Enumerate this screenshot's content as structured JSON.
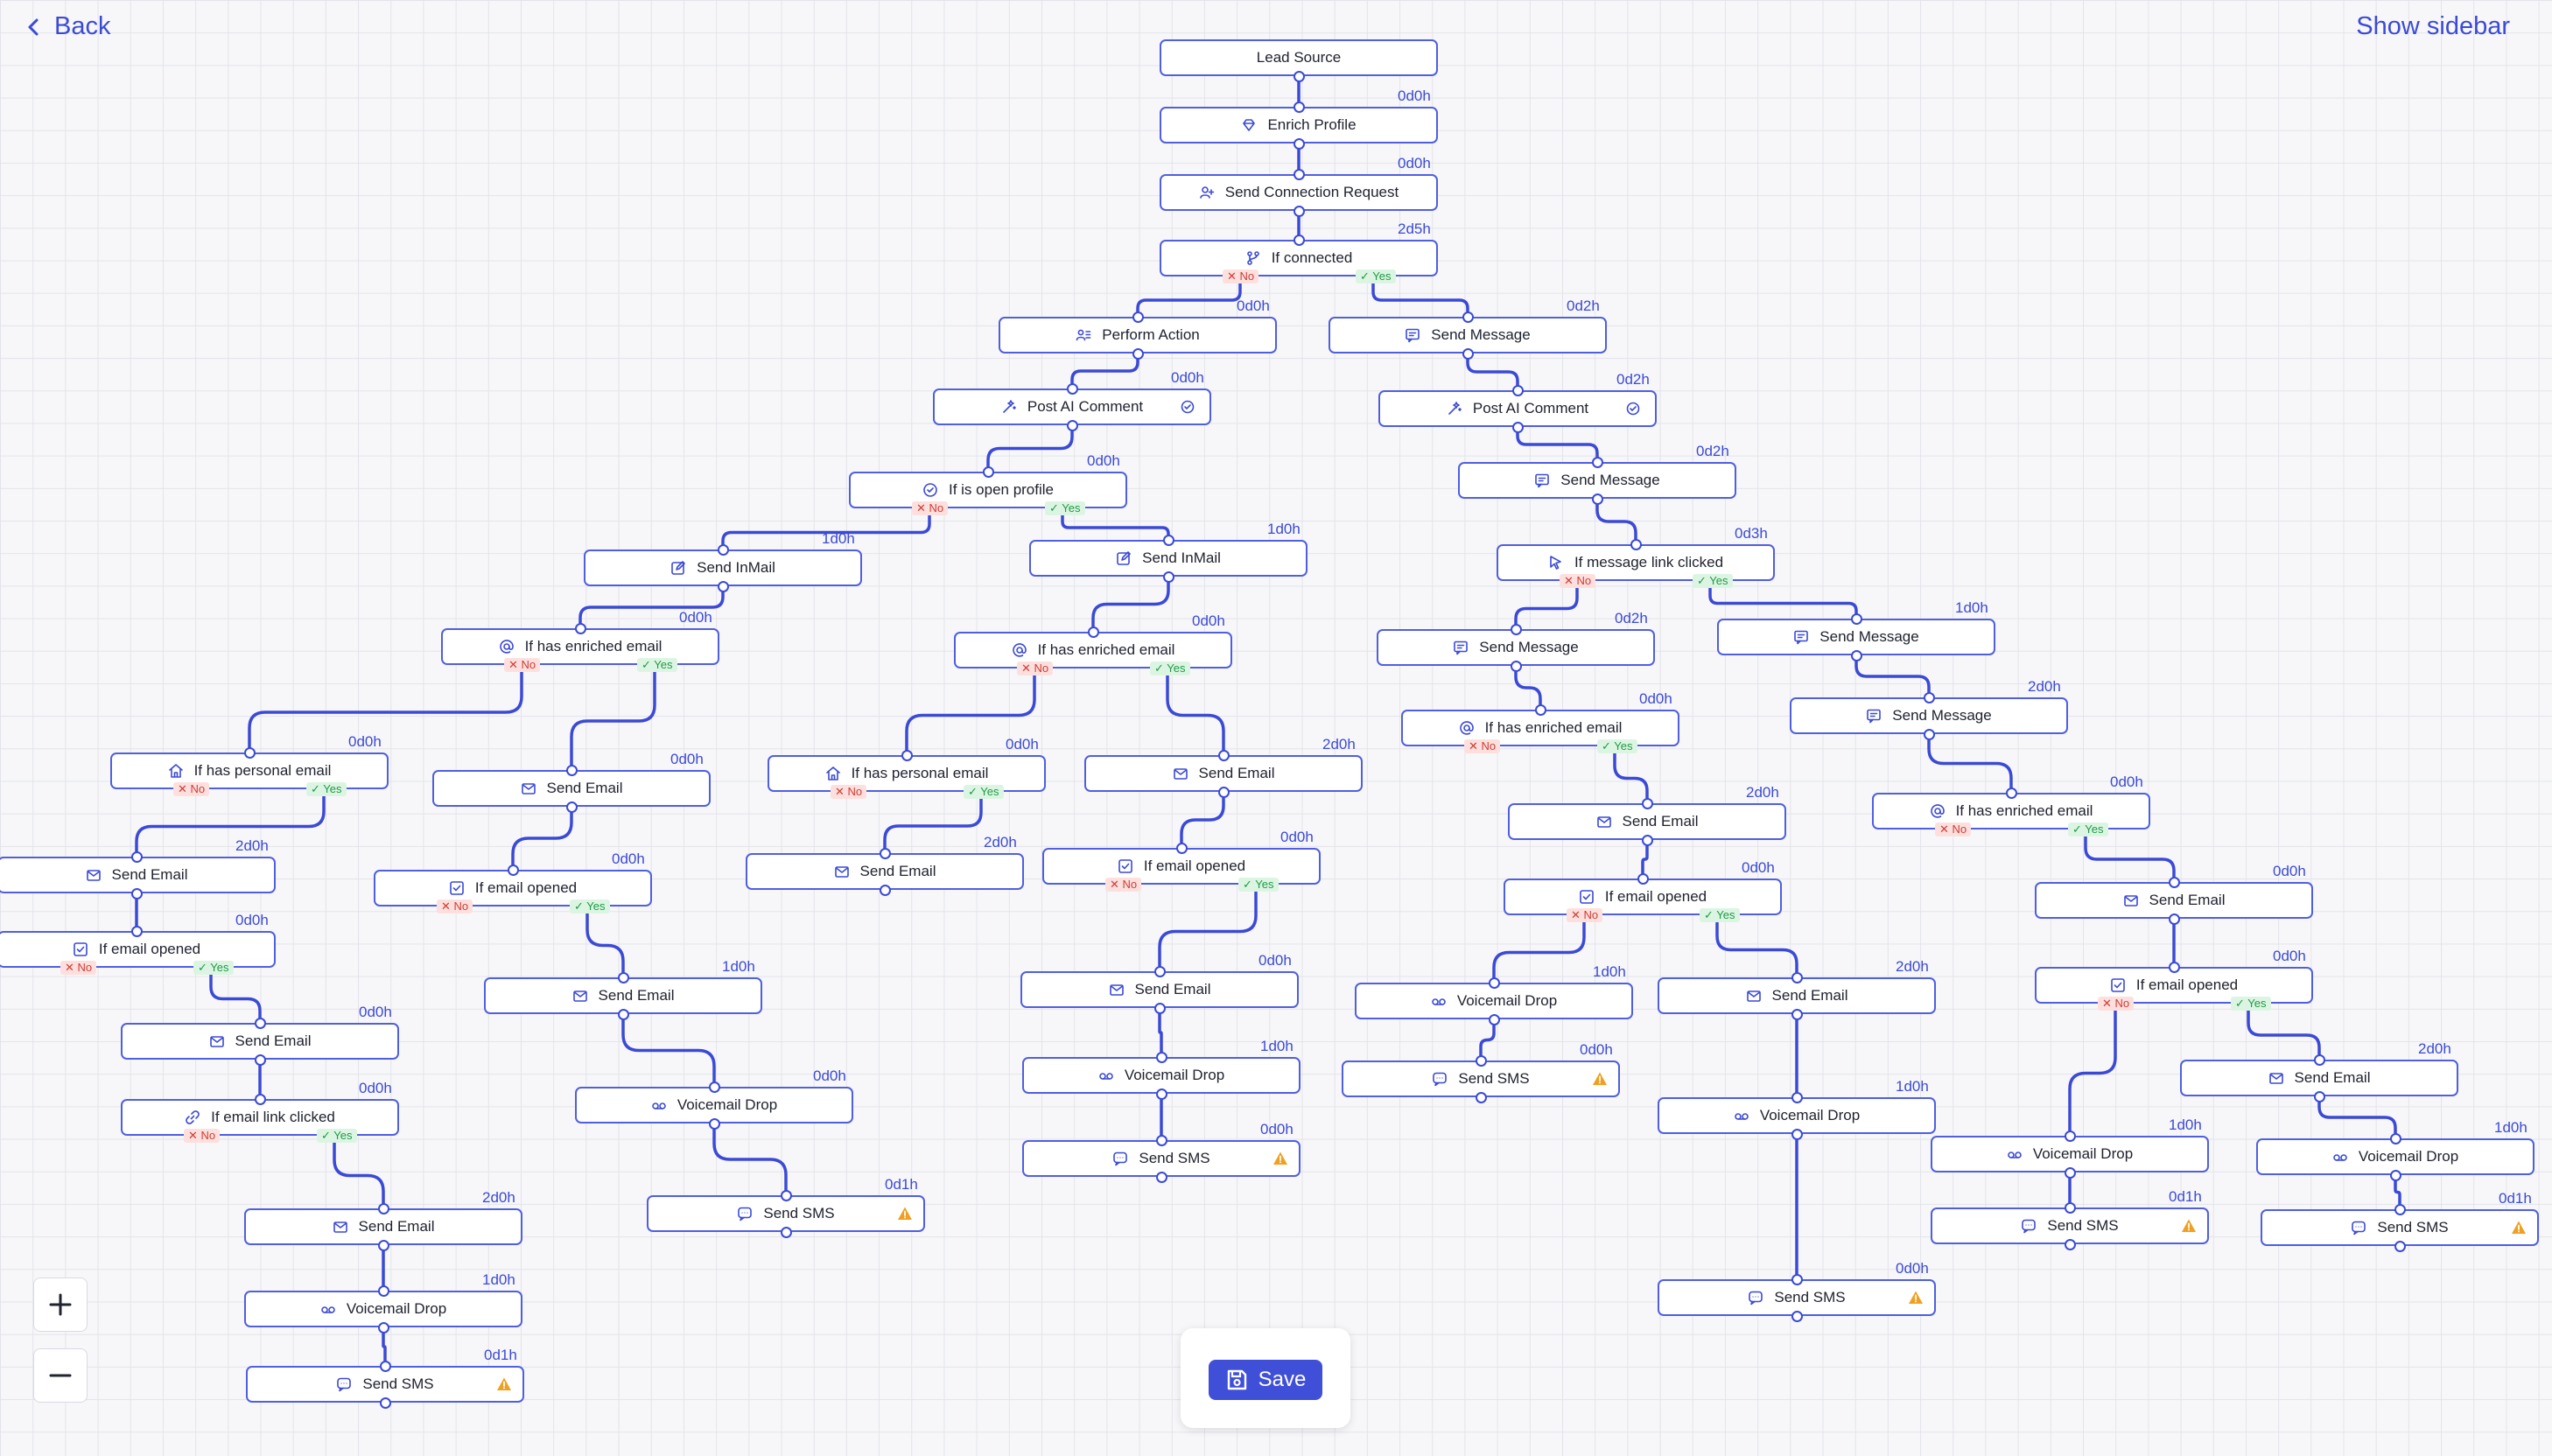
{
  "header": {
    "back_label": "Back",
    "sidebar_label": "Show sidebar"
  },
  "footer": {
    "save_label": "Save"
  },
  "colors": {
    "accent": "#3b4ad6",
    "node_border": "#4f5fe0",
    "no_bg": "#fde0de",
    "no_text": "#d13b33",
    "yes_bg": "#dcf5e2",
    "yes_text": "#1f9a47",
    "warning": "#f0a020"
  },
  "branch_labels": {
    "no": "No",
    "yes": "Yes"
  },
  "nodes": [
    {
      "id": "n1",
      "label": "Lead Source",
      "icon": ""
    },
    {
      "id": "n2",
      "label": "Enrich Profile",
      "icon": "gem-icon",
      "delay": "0d0h"
    },
    {
      "id": "n3",
      "label": "Send Connection Request",
      "icon": "user-plus-icon",
      "delay": "0d0h"
    },
    {
      "id": "n4",
      "label": "If connected",
      "icon": "branch-icon",
      "delay": "2d5h",
      "branches": true
    },
    {
      "id": "n5",
      "label": "Perform Action",
      "icon": "users-icon",
      "delay": "0d0h"
    },
    {
      "id": "n6",
      "label": "Post AI Comment",
      "icon": "magic-icon",
      "delay": "0d0h",
      "ai": true
    },
    {
      "id": "n7",
      "label": "If is open profile",
      "icon": "check-circle-icon",
      "delay": "0d0h",
      "branches": true
    },
    {
      "id": "n8",
      "label": "Send InMail",
      "icon": "edit-icon",
      "delay": "1d0h"
    },
    {
      "id": "n9",
      "label": "If has enriched email",
      "icon": "at-icon",
      "delay": "0d0h",
      "branches": true
    },
    {
      "id": "n10",
      "label": "If has personal email",
      "icon": "home-icon",
      "delay": "0d0h",
      "branches": true
    },
    {
      "id": "n11",
      "label": "Send Email",
      "icon": "mail-icon",
      "delay": "2d0h"
    },
    {
      "id": "n12",
      "label": "If email opened",
      "icon": "checkbox-icon",
      "delay": "0d0h",
      "branches": true
    },
    {
      "id": "n13",
      "label": "Send Email",
      "icon": "mail-icon",
      "delay": "0d0h"
    },
    {
      "id": "n14",
      "label": "If email link clicked",
      "icon": "link-icon",
      "delay": "0d0h",
      "branches": true
    },
    {
      "id": "n15",
      "label": "Send Email",
      "icon": "mail-icon",
      "delay": "2d0h"
    },
    {
      "id": "n16",
      "label": "Voicemail Drop",
      "icon": "voicemail-icon",
      "delay": "1d0h"
    },
    {
      "id": "n17",
      "label": "Send SMS",
      "icon": "sms-icon",
      "delay": "0d1h",
      "warn": true
    },
    {
      "id": "n18",
      "label": "Send Email",
      "icon": "mail-icon",
      "delay": "0d0h"
    },
    {
      "id": "n19",
      "label": "If email opened",
      "icon": "checkbox-icon",
      "delay": "0d0h",
      "branches": true
    },
    {
      "id": "n20",
      "label": "Send Email",
      "icon": "mail-icon",
      "delay": "1d0h"
    },
    {
      "id": "n21",
      "label": "Voicemail Drop",
      "icon": "voicemail-icon",
      "delay": "0d0h"
    },
    {
      "id": "n22",
      "label": "Send SMS",
      "icon": "sms-icon",
      "delay": "0d1h",
      "warn": true
    },
    {
      "id": "n23",
      "label": "Send InMail",
      "icon": "edit-icon",
      "delay": "1d0h"
    },
    {
      "id": "n24",
      "label": "If has enriched email",
      "icon": "at-icon",
      "delay": "0d0h",
      "branches": true
    },
    {
      "id": "n25",
      "label": "If has personal email",
      "icon": "home-icon",
      "delay": "0d0h",
      "branches": true
    },
    {
      "id": "n26",
      "label": "Send Email",
      "icon": "mail-icon",
      "delay": "2d0h"
    },
    {
      "id": "n27",
      "label": "Send Email",
      "icon": "mail-icon",
      "delay": "2d0h"
    },
    {
      "id": "n28",
      "label": "If email opened",
      "icon": "checkbox-icon",
      "delay": "0d0h",
      "branches": true
    },
    {
      "id": "n29",
      "label": "Send Email",
      "icon": "mail-icon",
      "delay": "0d0h"
    },
    {
      "id": "n30",
      "label": "Voicemail Drop",
      "icon": "voicemail-icon",
      "delay": "1d0h"
    },
    {
      "id": "n31",
      "label": "Send SMS",
      "icon": "sms-icon",
      "delay": "0d0h",
      "warn": true
    },
    {
      "id": "n32",
      "label": "Send Message",
      "icon": "message-icon",
      "delay": "0d2h"
    },
    {
      "id": "n33",
      "label": "Post AI Comment",
      "icon": "magic-icon",
      "delay": "0d2h",
      "ai": true
    },
    {
      "id": "n34",
      "label": "Send Message",
      "icon": "message-icon",
      "delay": "0d2h"
    },
    {
      "id": "n35",
      "label": "If message link clicked",
      "icon": "cursor-icon",
      "delay": "0d3h",
      "branches": true
    },
    {
      "id": "n36",
      "label": "Send Message",
      "icon": "message-icon",
      "delay": "0d2h"
    },
    {
      "id": "n37",
      "label": "If has enriched email",
      "icon": "at-icon",
      "delay": "0d0h",
      "branches": true
    },
    {
      "id": "n38",
      "label": "Send Email",
      "icon": "mail-icon",
      "delay": "2d0h"
    },
    {
      "id": "n39",
      "label": "If email opened",
      "icon": "checkbox-icon",
      "delay": "0d0h",
      "branches": true
    },
    {
      "id": "n40",
      "label": "Voicemail Drop",
      "icon": "voicemail-icon",
      "delay": "1d0h"
    },
    {
      "id": "n41",
      "label": "Send SMS",
      "icon": "sms-icon",
      "delay": "0d0h",
      "warn": true
    },
    {
      "id": "n42",
      "label": "Send Email",
      "icon": "mail-icon",
      "delay": "2d0h"
    },
    {
      "id": "n43",
      "label": "Voicemail Drop",
      "icon": "voicemail-icon",
      "delay": "1d0h"
    },
    {
      "id": "n44",
      "label": "Send SMS",
      "icon": "sms-icon",
      "delay": "0d0h",
      "warn": true
    },
    {
      "id": "n45",
      "label": "Send Message",
      "icon": "message-icon",
      "delay": "1d0h"
    },
    {
      "id": "n46",
      "label": "Send Message",
      "icon": "message-icon",
      "delay": "2d0h"
    },
    {
      "id": "n47",
      "label": "If has enriched email",
      "icon": "at-icon",
      "delay": "0d0h",
      "branches": true
    },
    {
      "id": "n48",
      "label": "Send Email",
      "icon": "mail-icon",
      "delay": "0d0h"
    },
    {
      "id": "n49",
      "label": "If email opened",
      "icon": "checkbox-icon",
      "delay": "0d0h",
      "branches": true
    },
    {
      "id": "n50",
      "label": "Voicemail Drop",
      "icon": "voicemail-icon",
      "delay": "1d0h"
    },
    {
      "id": "n51",
      "label": "Send SMS",
      "icon": "sms-icon",
      "delay": "0d1h",
      "warn": true
    },
    {
      "id": "n52",
      "label": "Send Email",
      "icon": "mail-icon",
      "delay": "2d0h"
    },
    {
      "id": "n53",
      "label": "Voicemail Drop",
      "icon": "voicemail-icon",
      "delay": "1d0h"
    },
    {
      "id": "n54",
      "label": "Send SMS",
      "icon": "sms-icon",
      "delay": "0d1h",
      "warn": true
    }
  ],
  "edges": [
    {
      "from": "n1",
      "to": "n2"
    },
    {
      "from": "n2",
      "to": "n3"
    },
    {
      "from": "n3",
      "to": "n4"
    },
    {
      "from": "n4",
      "to": "n5",
      "branch": "no"
    },
    {
      "from": "n4",
      "to": "n32",
      "branch": "yes"
    },
    {
      "from": "n5",
      "to": "n6"
    },
    {
      "from": "n6",
      "to": "n7"
    },
    {
      "from": "n7",
      "to": "n8",
      "branch": "no"
    },
    {
      "from": "n7",
      "to": "n23",
      "branch": "yes"
    },
    {
      "from": "n8",
      "to": "n9"
    },
    {
      "from": "n9",
      "to": "n10",
      "branch": "no"
    },
    {
      "from": "n9",
      "to": "n18",
      "branch": "yes"
    },
    {
      "from": "n10",
      "to": "n11",
      "branch": "yes"
    },
    {
      "from": "n11",
      "to": "n12"
    },
    {
      "from": "n12",
      "to": "n13",
      "branch": "yes"
    },
    {
      "from": "n13",
      "to": "n14"
    },
    {
      "from": "n14",
      "to": "n15",
      "branch": "yes"
    },
    {
      "from": "n15",
      "to": "n16"
    },
    {
      "from": "n16",
      "to": "n17"
    },
    {
      "from": "n18",
      "to": "n19"
    },
    {
      "from": "n19",
      "to": "n20",
      "branch": "yes"
    },
    {
      "from": "n20",
      "to": "n21"
    },
    {
      "from": "n21",
      "to": "n22"
    },
    {
      "from": "n23",
      "to": "n24"
    },
    {
      "from": "n24",
      "to": "n25",
      "branch": "no"
    },
    {
      "from": "n24",
      "to": "n27",
      "branch": "yes"
    },
    {
      "from": "n25",
      "to": "n26",
      "branch": "yes"
    },
    {
      "from": "n27",
      "to": "n28"
    },
    {
      "from": "n28",
      "to": "n29",
      "branch": "yes"
    },
    {
      "from": "n29",
      "to": "n30"
    },
    {
      "from": "n30",
      "to": "n31"
    },
    {
      "from": "n32",
      "to": "n33"
    },
    {
      "from": "n33",
      "to": "n34"
    },
    {
      "from": "n34",
      "to": "n35"
    },
    {
      "from": "n35",
      "to": "n36",
      "branch": "no"
    },
    {
      "from": "n35",
      "to": "n45",
      "branch": "yes"
    },
    {
      "from": "n36",
      "to": "n37"
    },
    {
      "from": "n37",
      "to": "n38",
      "branch": "yes"
    },
    {
      "from": "n38",
      "to": "n39"
    },
    {
      "from": "n39",
      "to": "n40",
      "branch": "no"
    },
    {
      "from": "n39",
      "to": "n42",
      "branch": "yes"
    },
    {
      "from": "n40",
      "to": "n41"
    },
    {
      "from": "n42",
      "to": "n43"
    },
    {
      "from": "n43",
      "to": "n44"
    },
    {
      "from": "n45",
      "to": "n46"
    },
    {
      "from": "n46",
      "to": "n47"
    },
    {
      "from": "n47",
      "to": "n48",
      "branch": "yes"
    },
    {
      "from": "n48",
      "to": "n49"
    },
    {
      "from": "n49",
      "to": "n50",
      "branch": "no"
    },
    {
      "from": "n49",
      "to": "n52",
      "branch": "yes"
    },
    {
      "from": "n50",
      "to": "n51"
    },
    {
      "from": "n52",
      "to": "n53"
    },
    {
      "from": "n53",
      "to": "n54"
    }
  ]
}
